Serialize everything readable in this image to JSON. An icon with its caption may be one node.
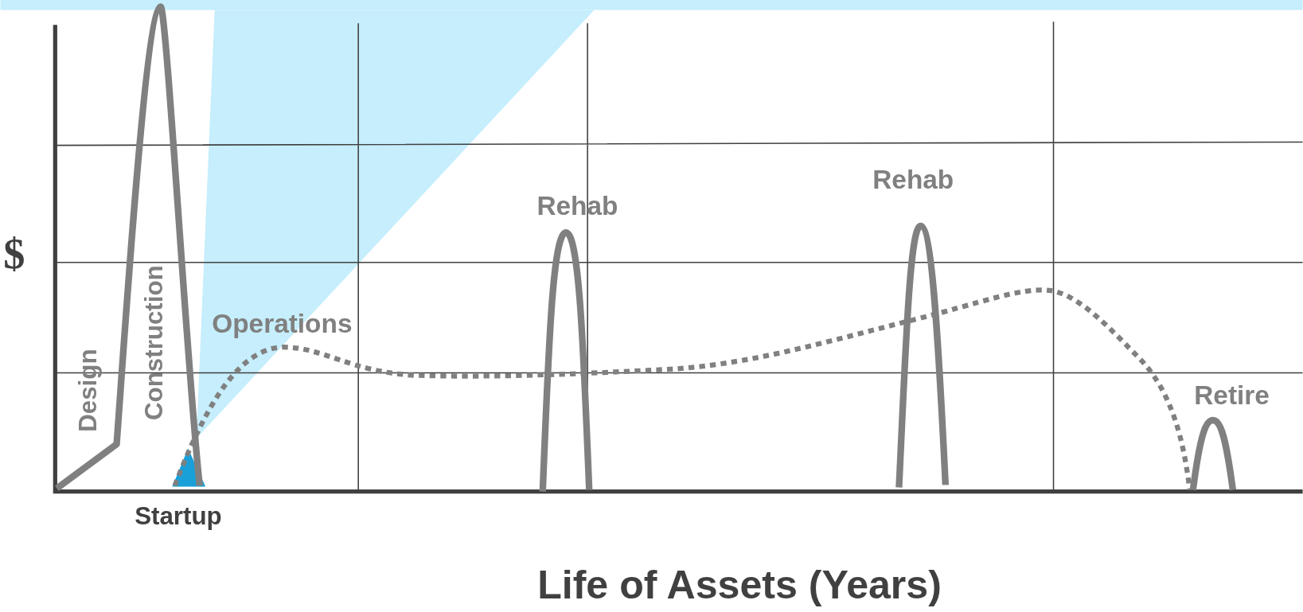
{
  "diagram": {
    "labels": [
      "$",
      "Design",
      "Construction",
      "Startup",
      "Operations",
      "Rehab",
      "Rehab",
      "Retire",
      "Life of Assets (Years)"
    ]
  }
}
